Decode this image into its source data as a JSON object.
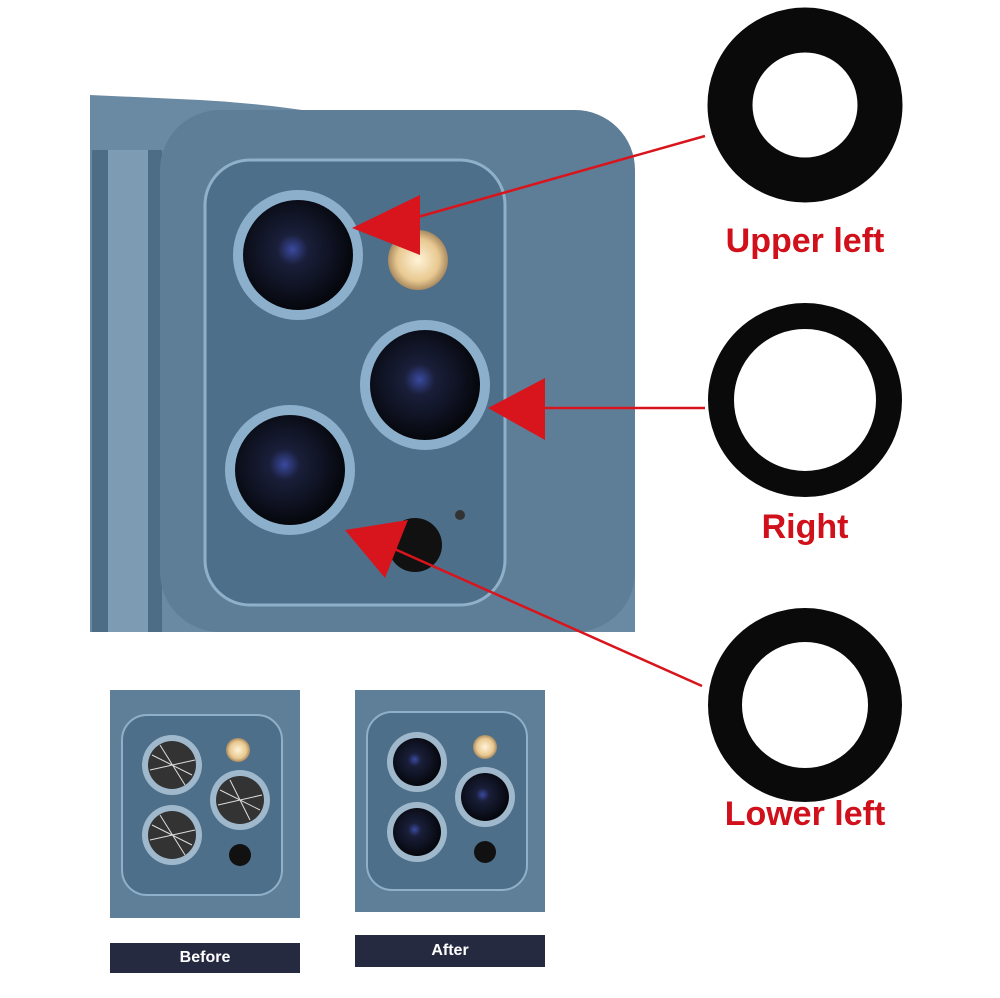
{
  "labels": {
    "upper_left": "Upper left",
    "right": "Right",
    "lower_left": "Lower left"
  },
  "comparison": {
    "before": "Before",
    "after": "After"
  },
  "colors": {
    "accent_red": "#d0101a",
    "tag_bg": "#262a40",
    "phone_blue": "#5f7f98"
  }
}
